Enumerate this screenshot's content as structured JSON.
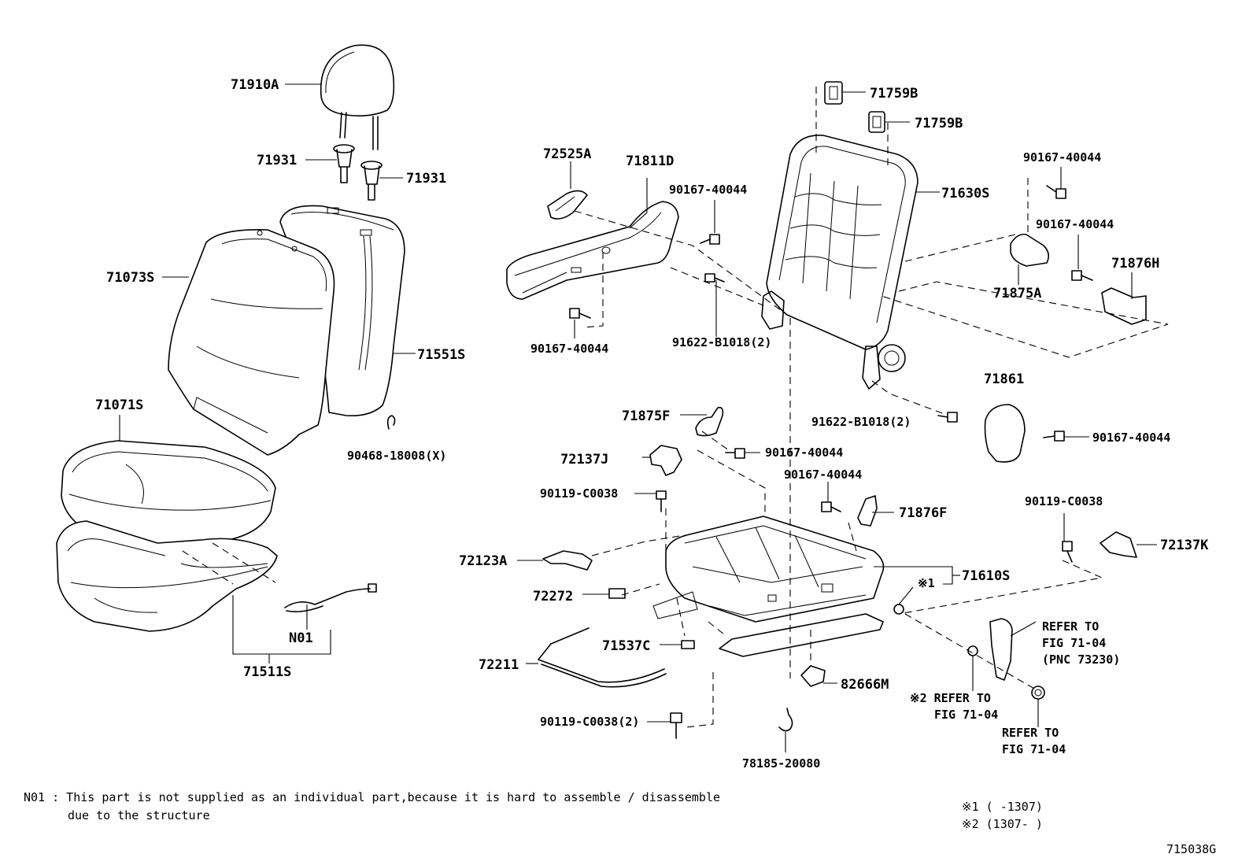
{
  "labels": {
    "headrest": "71910A",
    "headrest_support_left": "71931",
    "headrest_support_right": "71931",
    "back_cover": "71073S",
    "back_pad": "71551S",
    "seat_cover": "71071S",
    "clip_back": "90468-18008(X)",
    "cushion_assy": "71511S",
    "n01_marker": "N01",
    "side_shield_cover": "72525A",
    "side_shield": "71811D",
    "screw_shield_upper": "90167-40044",
    "screw_shield_lower": "90167-40044",
    "bolt_frame_upper": "91622-B1018(2)",
    "bolt_frame_lower": "91622-B1018(2)",
    "cover_71759b_1": "71759B",
    "cover_71759b_2": "71759B",
    "back_frame": "71630S",
    "screw_right_upper": "90167-40044",
    "screw_right_middle": "90167-40044",
    "hinge_cover_outer": "71876H",
    "hinge_cover_a": "71875A",
    "recliner_cover": "71861",
    "screw_recliner_cover": "90167-40044",
    "hinge_cover_f": "71875F",
    "screw_hinge_f": "90167-40044",
    "bracket_j": "72137J",
    "bolt_j": "90119-C0038",
    "screw_876f": "90167-40044",
    "hinge_cover_876f": "71876F",
    "bolt_k": "90119-C0038",
    "bracket_k": "72137K",
    "knob_72123a": "72123A",
    "cushion_frame": "71610S",
    "mark1": "※1",
    "clip_72272": "72272",
    "clip_71537c": "71537C",
    "lever_72211": "72211",
    "hook_82666m": "82666M",
    "bolt_frame_2": "90119-C0038(2)",
    "hook_78185": "78185-20080",
    "refer_belt_1": "REFER TO",
    "refer_belt_2": "FIG 71-04",
    "refer_belt_3": "(PNC 73230)",
    "refer_mark2_1": "※2 REFER TO",
    "refer_mark2_2": "FIG 71-04",
    "refer_nut_1": "REFER TO",
    "refer_nut_2": "FIG 71-04"
  },
  "notes": {
    "n01_line1": "N01 : This part is not supplied as an individual part,because it is hard to assemble / disassemble",
    "n01_line2": "due to the structure",
    "mark1_range": "※1 (      -1307)",
    "mark2_range": "※2 (1307-      )",
    "figure_id": "715038G"
  }
}
